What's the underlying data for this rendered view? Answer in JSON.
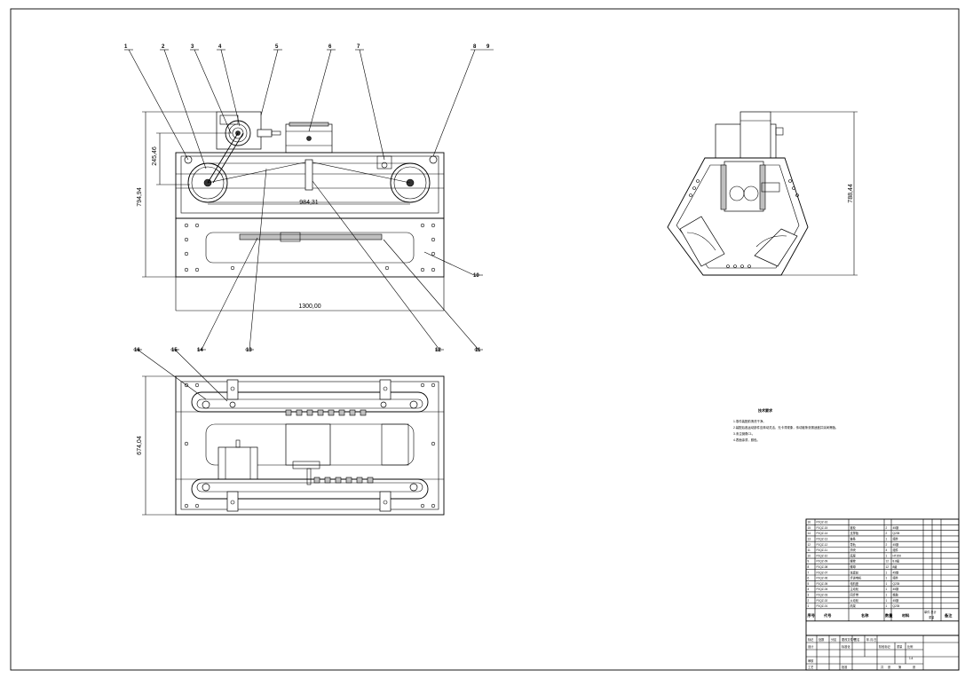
{
  "dimensions": {
    "front_height": "794,94",
    "front_upper_height": "245,46",
    "front_center_distance": "984,31",
    "front_overall_width": "1300,00",
    "top_height": "674,04",
    "side_height": "788,44"
  },
  "balloons_top": [
    "1",
    "2",
    "3",
    "4",
    "5",
    "6",
    "7",
    "8",
    "9"
  ],
  "balloons_right": [
    "10"
  ],
  "balloons_bottom": [
    "14",
    "13",
    "12",
    "11"
  ],
  "balloons_top_view": [
    "16",
    "15"
  ],
  "notes": {
    "title": "技术要求",
    "lines": [
      "1.零件装配前清洗干净。",
      "2.装配后各运动部件应转动灵活，无卡滞现象，传动链条张紧适度并涂润滑脂。",
      "3.未注倒角C1。",
      "4.表面涂漆，颜色。"
    ]
  },
  "bom": {
    "rows": [
      {
        "no": "16",
        "code": "PJQZ-16",
        "name": "",
        "qty": "",
        "material": ""
      },
      {
        "no": "15",
        "code": "PJQZ-15",
        "name": "链轮",
        "qty": "2",
        "material": "45钢"
      },
      {
        "no": "14",
        "code": "PJQZ-14",
        "name": "支撑板",
        "qty": "2",
        "material": "Q235"
      },
      {
        "no": "13",
        "code": "PJQZ-13",
        "name": "链条",
        "qty": "1",
        "material": "组件"
      },
      {
        "no": "12",
        "code": "PJQZ-12",
        "name": "导轨",
        "qty": "2",
        "material": "45钢"
      },
      {
        "no": "11",
        "code": "PJQZ-11",
        "name": "滑块",
        "qty": "4",
        "material": "组件"
      },
      {
        "no": "10",
        "code": "PJQZ-10",
        "name": "底座",
        "qty": "1",
        "material": "HT200"
      },
      {
        "no": "9",
        "code": "PJQZ-09",
        "name": "螺栓",
        "qty": "12",
        "material": "8.8级"
      },
      {
        "no": "8",
        "code": "PJQZ-08",
        "name": "螺母",
        "qty": "12",
        "material": "8级"
      },
      {
        "no": "7",
        "code": "PJQZ-07",
        "name": "张紧轮",
        "qty": "1",
        "material": "45钢"
      },
      {
        "no": "6",
        "code": "PJQZ-06",
        "name": "步进电机",
        "qty": "1",
        "material": "组件"
      },
      {
        "no": "5",
        "code": "PJQZ-05",
        "name": "电机座",
        "qty": "1",
        "material": "Q235"
      },
      {
        "no": "4",
        "code": "PJQZ-04",
        "name": "主动轮",
        "qty": "1",
        "material": "45钢"
      },
      {
        "no": "3",
        "code": "PJQZ-03",
        "name": "同步带",
        "qty": "1",
        "material": "橡胶"
      },
      {
        "no": "2",
        "code": "PJQZ-02",
        "name": "从动轮",
        "qty": "1",
        "material": "45钢"
      },
      {
        "no": "1",
        "code": "PJQZ-01",
        "name": "机架",
        "qty": "1",
        "material": "Q235"
      }
    ],
    "header": {
      "no": "序号",
      "code": "代号",
      "name": "名称",
      "qty": "数量",
      "material": "材料",
      "weight": "单件 总计",
      "weight_sub": "重量",
      "remark": "备注"
    }
  },
  "title_block": {
    "row1": [
      "标记",
      "处数",
      "分区",
      "更改文件号",
      "签名",
      "年.月.日"
    ],
    "designer": "设计",
    "standard": "标准化",
    "stage": "阶段标记",
    "weight": "重量",
    "scale": "比例",
    "scale_val": "1:4",
    "checker": "审核",
    "process": "工艺",
    "approve": "批准",
    "sheets": [
      "共",
      "张",
      "第",
      "张"
    ]
  }
}
